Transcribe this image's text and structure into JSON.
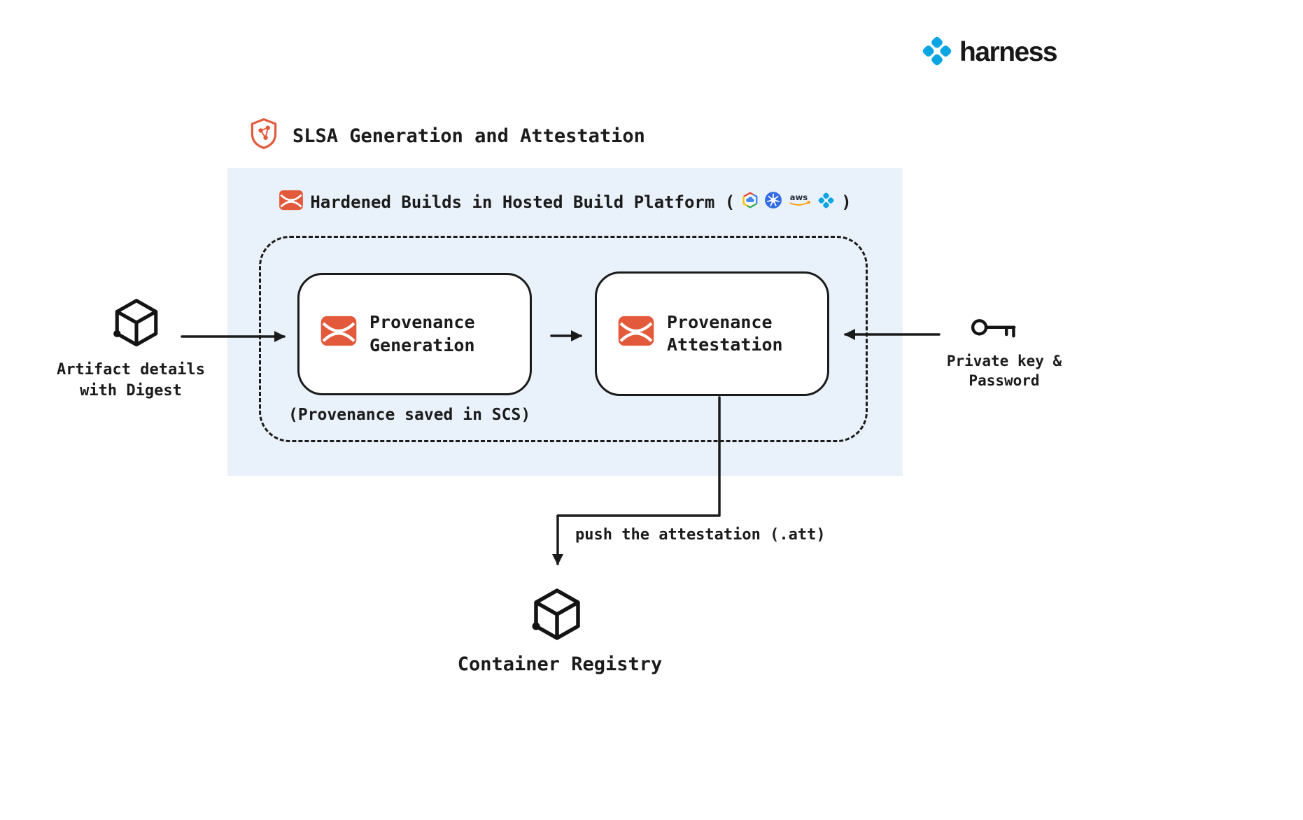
{
  "brand": {
    "name": "harness"
  },
  "diagram": {
    "title": "SLSA Generation and Attestation",
    "platform": {
      "title_prefix": "Hardened Builds in Hosted Build Platform (",
      "title_suffix": ")",
      "provider_icons": [
        "google-cloud-icon",
        "kubernetes-icon",
        "aws-icon",
        "harness-icon"
      ],
      "note": "(Provenance saved in SCS)"
    },
    "nodes": {
      "generation": {
        "label": "Provenance Generation"
      },
      "attestation": {
        "label": "Provenance Attestation"
      },
      "artifact": {
        "label": "Artifact details with Digest"
      },
      "private_key": {
        "label": "Private key & Password"
      },
      "registry": {
        "label": "Container Registry"
      }
    },
    "edges": {
      "push_label": "push the attestation (.att)"
    },
    "colors": {
      "accent_orange": "#E25A3B",
      "harness_blue": "#0AA5E2",
      "platform_bg": "#E9F1FA",
      "ink": "#1B1B1B"
    }
  }
}
